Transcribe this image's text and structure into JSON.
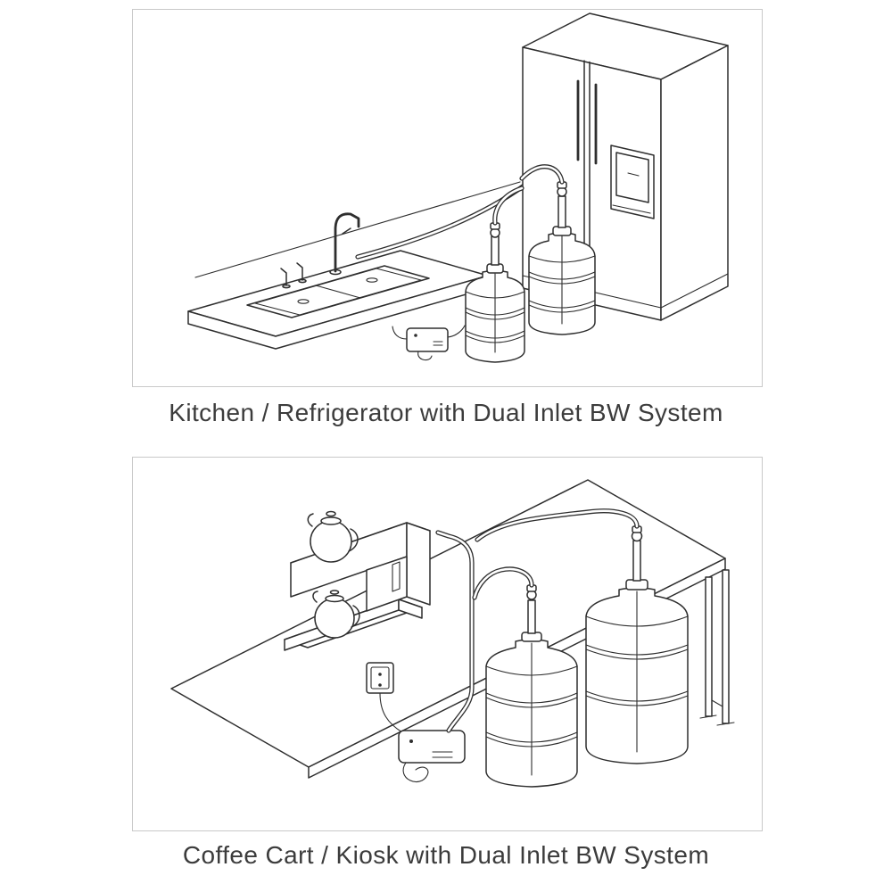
{
  "page": {
    "background_color": "#ffffff",
    "line_color": "#2e2e2e",
    "panel_border_color": "#c9c9c9",
    "caption_color": "#3c3c3c"
  },
  "figures": [
    {
      "id": "kitchen",
      "caption": "Kitchen / Refrigerator with Dual Inlet BW System"
    },
    {
      "id": "coffee",
      "caption": "Coffee Cart / Kiosk with Dual Inlet BW System"
    }
  ]
}
